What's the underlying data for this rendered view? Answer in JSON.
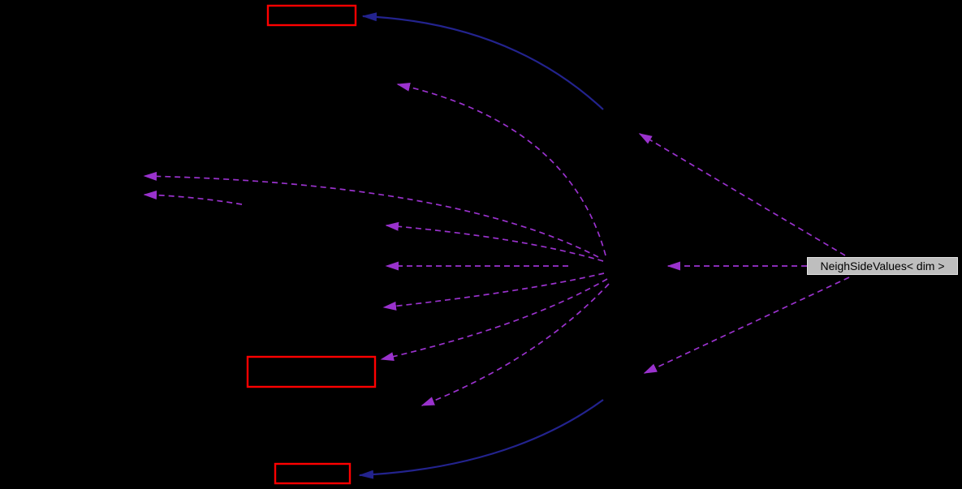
{
  "diagram": {
    "type": "collaboration-graph",
    "background_color": "#000000",
    "current_node": {
      "label": "NeighSideValues< dim >",
      "fill_color": "#BEBEBE",
      "border_color": "#E4E4E4",
      "text_color": "#000000"
    },
    "red_nodes": [
      {
        "id": "top",
        "label": ""
      },
      {
        "id": "middle",
        "label": ""
      },
      {
        "id": "bottom",
        "label": ""
      }
    ],
    "colors": {
      "red_node_border": "#FF0000",
      "inheritance_edge": "#23238E",
      "usage_edge": "#9A32CD"
    },
    "edge_styles": {
      "inheritance": "solid",
      "usage": "dashed"
    }
  }
}
